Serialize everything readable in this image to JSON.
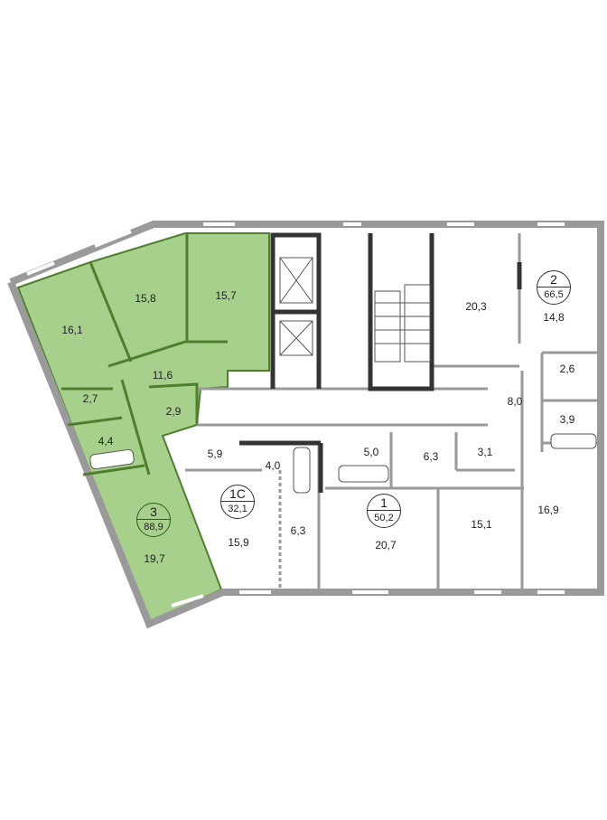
{
  "plan": {
    "colors": {
      "highlight": "#a8d08d",
      "wall": "#9a9a9a",
      "bearing_wall": "#333333",
      "highlight_wall": "#4f7f2e"
    },
    "apartments": [
      {
        "number": "3",
        "area": "88,9",
        "highlighted": true
      },
      {
        "number": "1С",
        "area": "32,1",
        "highlighted": false
      },
      {
        "number": "1",
        "area": "50,2",
        "highlighted": false
      },
      {
        "number": "2",
        "area": "66,5",
        "highlighted": false
      }
    ],
    "rooms": [
      "16,1",
      "15,8",
      "15,7",
      "11,6",
      "2,7",
      "2,9",
      "4,4",
      "19,7",
      "5,9",
      "4,0",
      "15,9",
      "6,3",
      "5,0",
      "6,3",
      "3,1",
      "20,7",
      "15,1",
      "16,9",
      "8,0",
      "2,6",
      "3,9",
      "20,3",
      "14,8"
    ]
  }
}
